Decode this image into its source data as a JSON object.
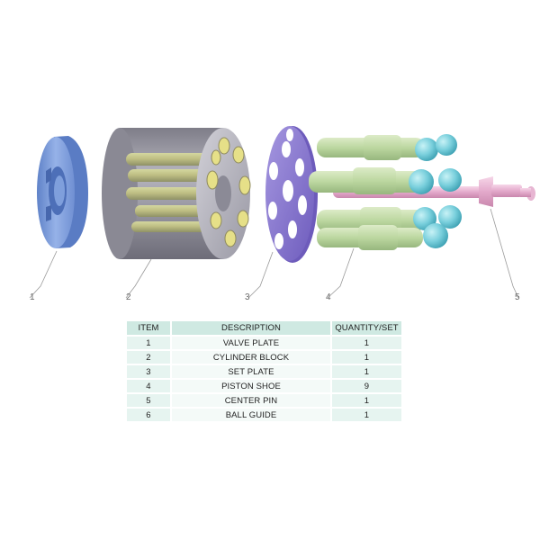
{
  "callouts": [
    "1",
    "2",
    "3",
    "4",
    "5"
  ],
  "table": {
    "headers": [
      "ITEM",
      "DESCRIPTION",
      "QUANTITY/SET"
    ],
    "rows": [
      [
        "1",
        "VALVE PLATE",
        "1"
      ],
      [
        "2",
        "CYLINDER BLOCK",
        "1"
      ],
      [
        "3",
        "SET PLATE",
        "1"
      ],
      [
        "4",
        "PISTON SHOE",
        "9"
      ],
      [
        "5",
        "CENTER PIN",
        "1"
      ],
      [
        "6",
        "BALL GUIDE",
        "1"
      ]
    ]
  },
  "colors": {
    "valve_plate": "#7f9fdc",
    "cylinder_block": "#a4a3ad",
    "bore_yellow": "#e6e088",
    "set_plate": "#8d7bd2",
    "piston_shoe": "#c3dcaa",
    "ball": "#7dd3df",
    "center_pin": "#e7b5d2",
    "table_header": "#cfe9e2",
    "table_row": "#e6f4f0"
  }
}
